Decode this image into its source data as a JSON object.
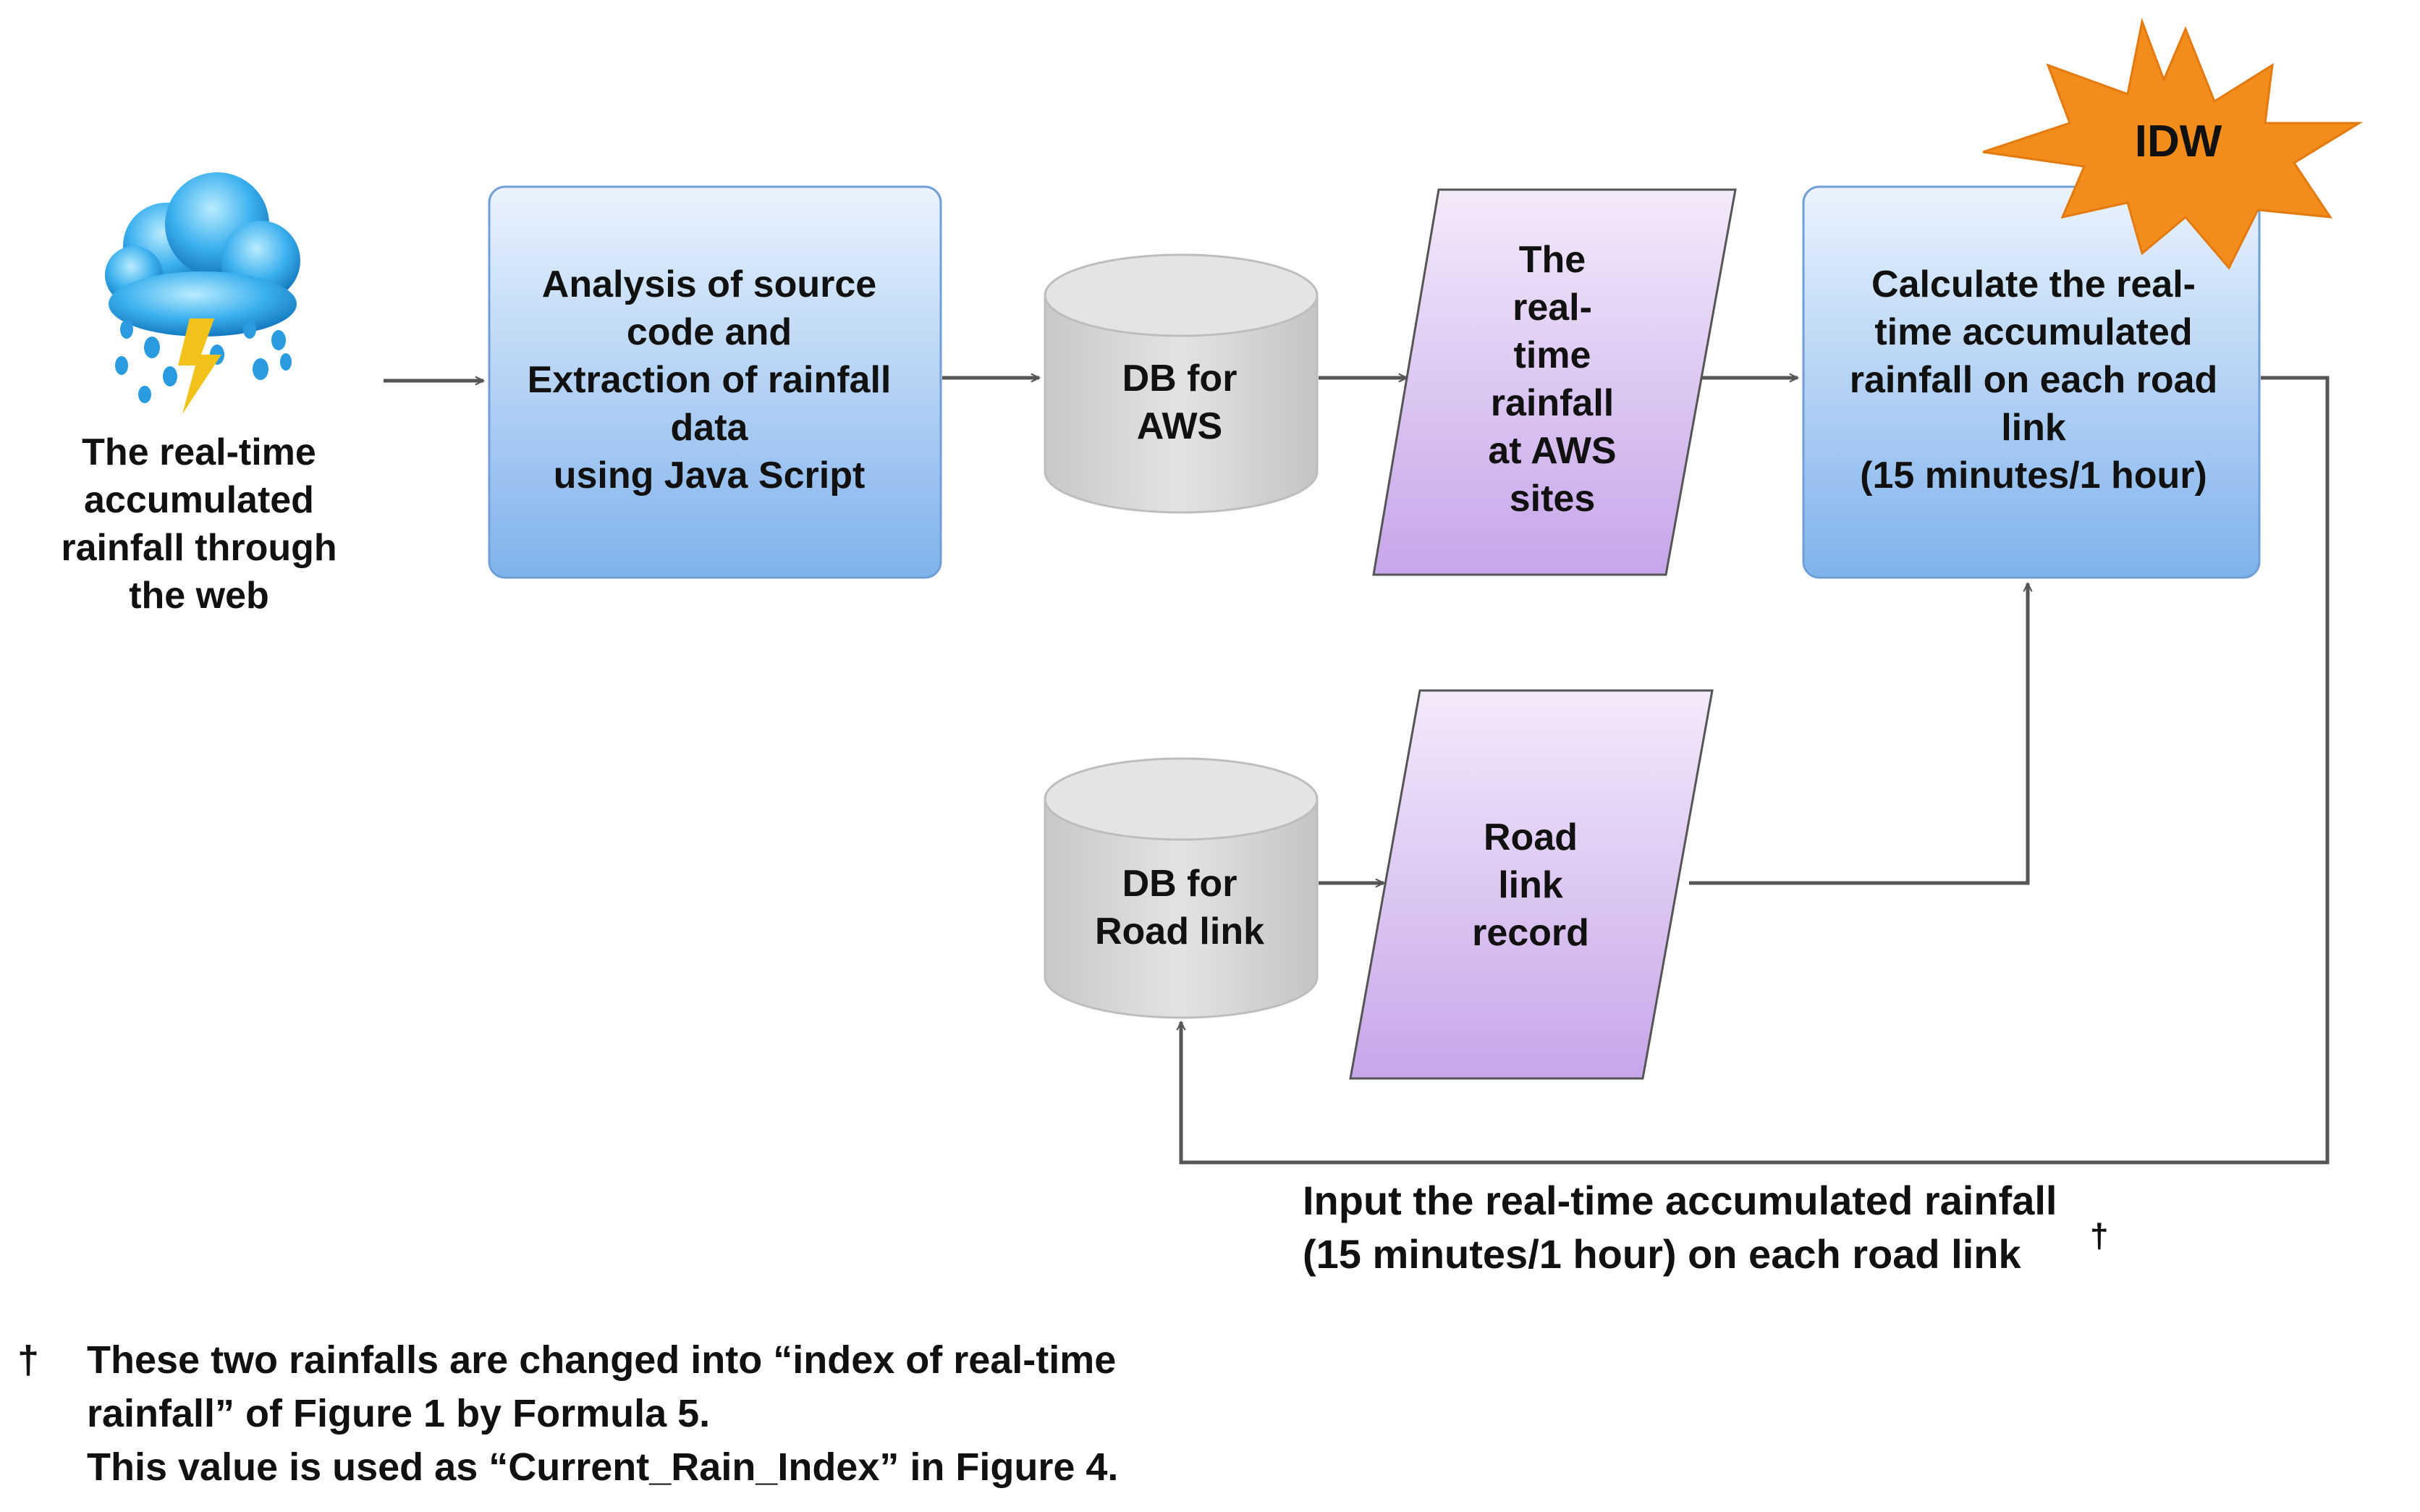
{
  "nodes": {
    "source": "The real-time\naccumulated\nrainfall through\nthe web",
    "process": "Analysis of source\ncode and\nExtraction of rainfall\ndata\nusing Java Script",
    "db_aws": "DB for\nAWS",
    "realtime_rainfall": "The\nreal-\ntime\nrainfall\nat AWS\nsites",
    "calculate": "Calculate the real-\ntime accumulated\nrainfall on each road\nlink\n(15 minutes/1  hour)",
    "idw": "IDW",
    "db_road": "DB for\nRoad link",
    "road_record": "Road\nlink\nrecord"
  },
  "feedback_label": "Input the real-time accumulated rainfall\n(15 minutes/1 hour) on each road link",
  "feedback_mark": "†",
  "footnote": {
    "mark": "†",
    "text": "These two rainfalls are changed into “index of real-time\n  rainfall” of Figure 1 by Formula 5.\n  This value is used as “Current_Rain_Index” in Figure 4."
  },
  "colors": {
    "process_fill_top": "#eaf3fd",
    "process_fill_bottom": "#7fb2ec",
    "process_stroke": "#6f9fd6",
    "data_fill_top": "#f3eafa",
    "data_fill_bottom": "#c6a6ea",
    "data_stroke": "#555555",
    "db_fill": "#d6d6d6",
    "db_stroke": "#bdbdbd",
    "idw_burst": "#f28c1a",
    "arrow": "#555555",
    "cloud": "#3bb0ee",
    "lightning": "#f2c21a"
  },
  "icons": [
    "rain-cloud-icon",
    "lightning-icon",
    "idw-burst-icon"
  ]
}
